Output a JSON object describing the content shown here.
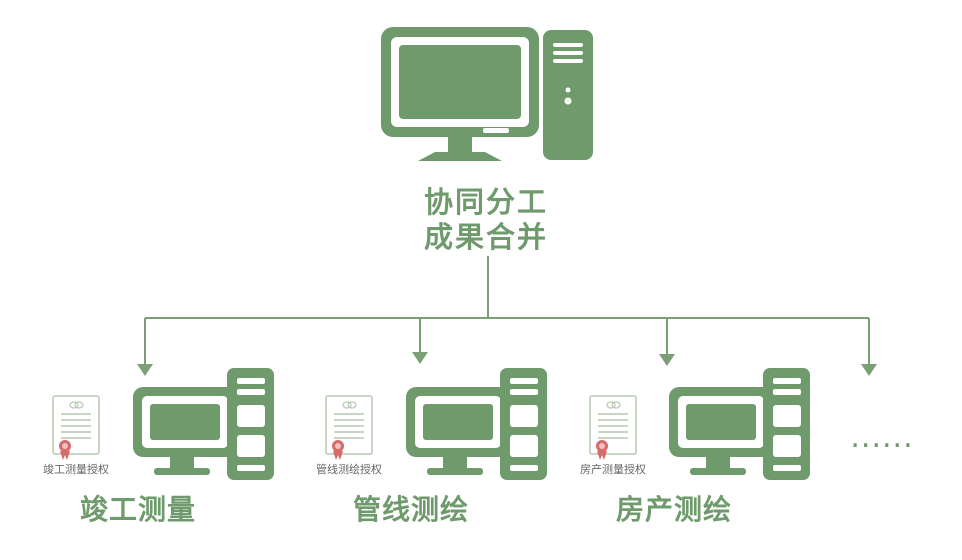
{
  "center": {
    "line1": "协同分工",
    "line2": "成果合并"
  },
  "nodes": [
    {
      "label": "竣工测量",
      "auth": "竣工测量授权"
    },
    {
      "label": "管线测绘",
      "auth": "管线测绘授权"
    },
    {
      "label": "房产测绘",
      "auth": "房产测量授权"
    }
  ],
  "more": "......",
  "colors": {
    "green": "#6f9a6c",
    "line": "#7d9f78",
    "certificate_ribbon": "#d56b6b"
  },
  "icons": {
    "main": "desktop-computer-icon",
    "nodes": "desktop-computer-icon",
    "auth": "certificate-icon"
  }
}
